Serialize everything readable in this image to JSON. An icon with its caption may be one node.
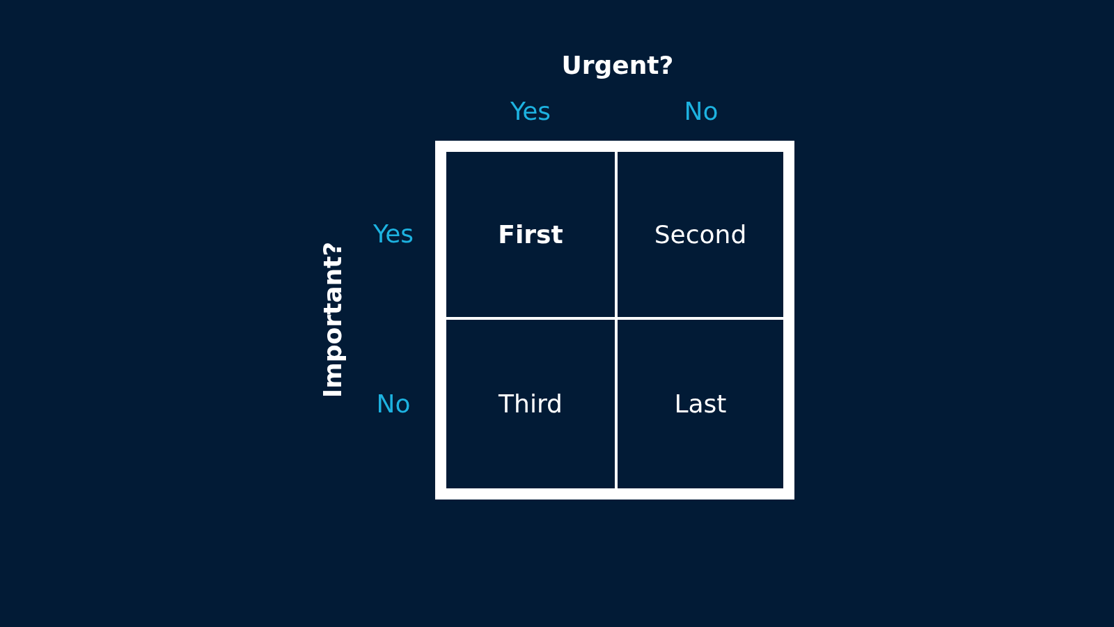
{
  "diagram": {
    "nodes": [
      {
        "text": [
          "First"
        ]
      },
      {
        "text": [
          "Second"
        ]
      },
      {
        "text": [
          "Third"
        ]
      },
      {
        "text": [
          "Last"
        ]
      }
    ],
    "edges": [],
    "labels": [
      "Urgent?",
      "Yes",
      "No",
      "Important?",
      "Yes",
      "No"
    ]
  }
}
